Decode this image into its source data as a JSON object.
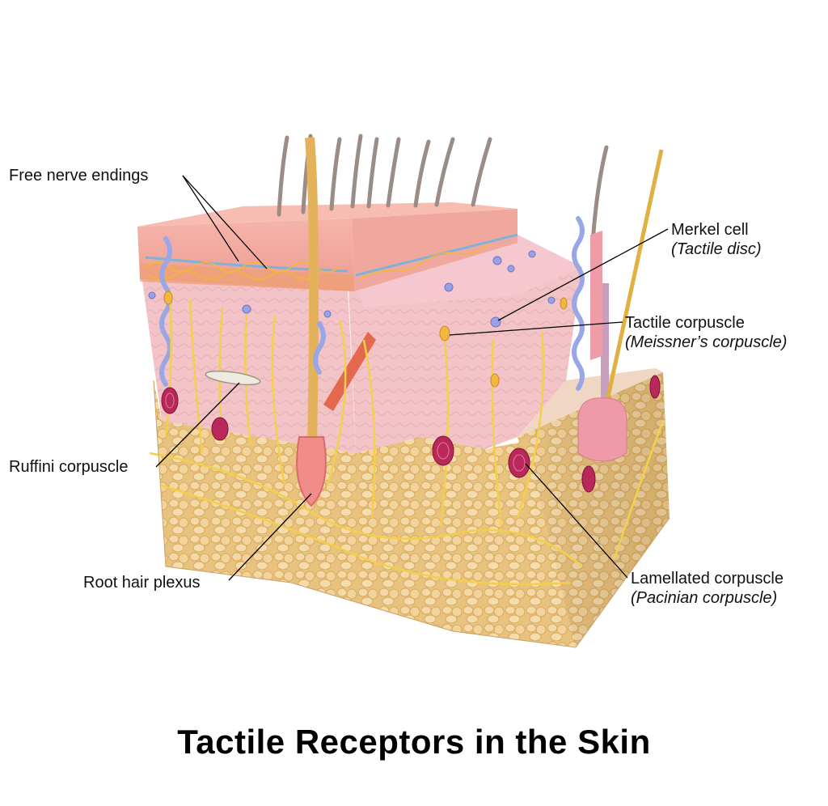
{
  "title": "Tactile Receptors in the Skin",
  "labels": {
    "free_nerve": {
      "main": "Free nerve endings"
    },
    "merkel": {
      "main": "Merkel cell",
      "sub": "(Tactile disc)"
    },
    "tactile": {
      "main": "Tactile corpuscle",
      "sub": "(Meissner’s corpuscle)"
    },
    "ruffini": {
      "main": "Ruffini corpuscle"
    },
    "root_hair": {
      "main": "Root hair plexus"
    },
    "lamellated": {
      "main": "Lamellated corpuscle",
      "sub": "(Pacinian corpuscle)"
    }
  },
  "colors": {
    "epidermis": "#f2a9a0",
    "dermis": "#f3c6c9",
    "hypodermis": "#e9c486",
    "nerve": "#f2d04a",
    "hair": "#9b8d86",
    "pacinian": "#b8285a"
  }
}
